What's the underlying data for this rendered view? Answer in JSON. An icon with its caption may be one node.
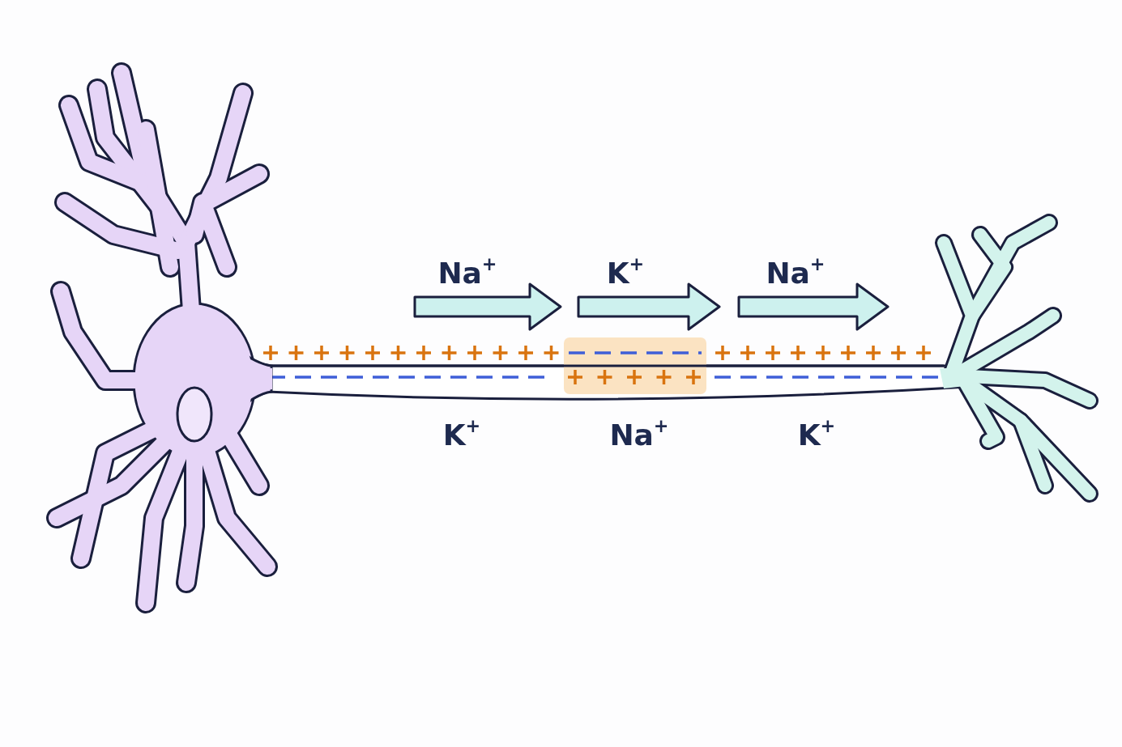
{
  "diagram": {
    "labels": [
      "Na$^{+}$",
      "K$^{+}$",
      "Na$^{+}$",
      "K$^{+}$",
      "Na$^{+}$",
      "K$^{+}$"
    ]
  }
}
